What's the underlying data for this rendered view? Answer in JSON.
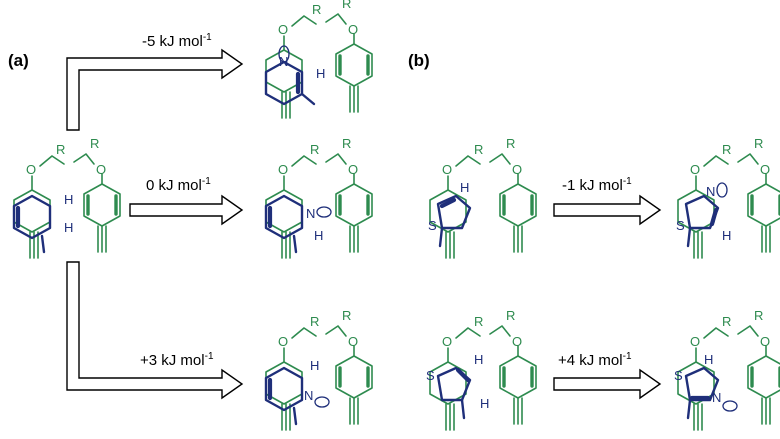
{
  "panels": {
    "a": "(a)",
    "b": "(b)"
  },
  "energies": {
    "a_top": "-5 kJ mol",
    "a_mid": "0 kJ mol",
    "a_bot": "+3 kJ mol",
    "b_top": "-1 kJ mol",
    "b_bot": "+4 kJ mol",
    "superscript": "-1"
  },
  "atoms": {
    "R": "R",
    "O": "O",
    "H": "H",
    "N": "N",
    "S": "S"
  },
  "colors": {
    "scaffold": "#2e8b4f",
    "guest": "#1f2f7a",
    "arrow": "#000000"
  }
}
